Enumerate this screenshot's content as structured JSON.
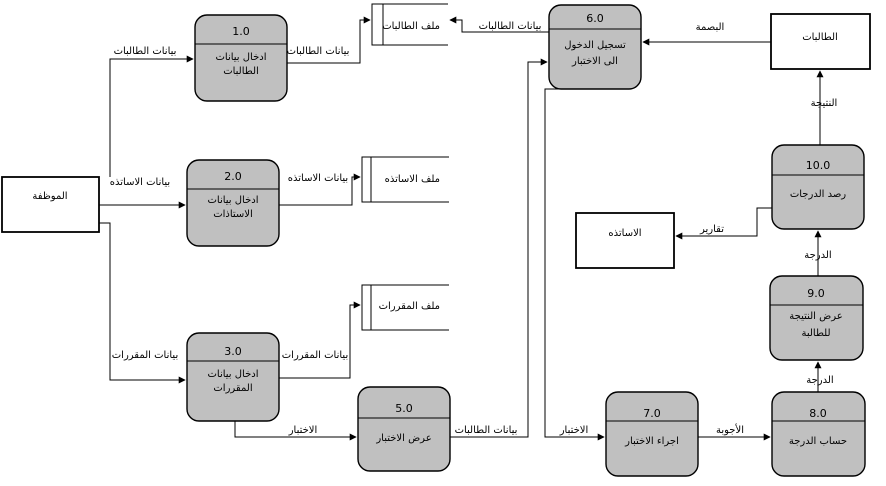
{
  "entities": {
    "employee": "الموظفة",
    "students": "الطالبات",
    "teachers": "الاساتذه"
  },
  "processes": {
    "p1": {
      "num": "1.0",
      "line1": "ادخال بيانات",
      "line2": "الطالبات"
    },
    "p2": {
      "num": "2.0",
      "line1": "ادخال بيانات",
      "line2": "الاستاذات"
    },
    "p3": {
      "num": "3.0",
      "line1": "ادخال بيانات",
      "line2": "المقررات"
    },
    "p5": {
      "num": "5.0",
      "line1": "عرض الاختبار",
      "line2": ""
    },
    "p6": {
      "num": "6.0",
      "line1": "تسجيل الدخول",
      "line2": "الى الاختبار"
    },
    "p7": {
      "num": "7.0",
      "line1": "اجراء الاختبار",
      "line2": ""
    },
    "p8": {
      "num": "8.0",
      "line1": "حساب الدرجة",
      "line2": ""
    },
    "p9": {
      "num": "9.0",
      "line1": "عرض النتيجة",
      "line2": "للطالبة"
    },
    "p10": {
      "num": "10.0",
      "line1": "رصد الدرجات",
      "line2": ""
    }
  },
  "stores": {
    "s1": "ملف الطالبات",
    "s2": "ملف الاساتذه",
    "s3": "ملف المقررات"
  },
  "flows": {
    "emp_p1": "بيانات الطالبات",
    "emp_p2": "بيانات الاساتذه",
    "emp_p3": "بيانات المقررات",
    "p1_s1": "بيانات الطالبات",
    "p2_s2": "بيانات الاساتذه",
    "p3_s3": "بيانات المقررات",
    "p3_p5": "الاختبار",
    "p5_p6": "بيانات الطالبات",
    "p6_s1": "بيانات الطالبات",
    "stu_p6": "البصمة",
    "p6_p7": "الاختبار",
    "p7_p8": "الأجوبة",
    "p8_p9": "الدرجة",
    "p9_p10": "الدرجة",
    "p10_stu": "النتيجة",
    "p10_teach": "تقارير"
  }
}
